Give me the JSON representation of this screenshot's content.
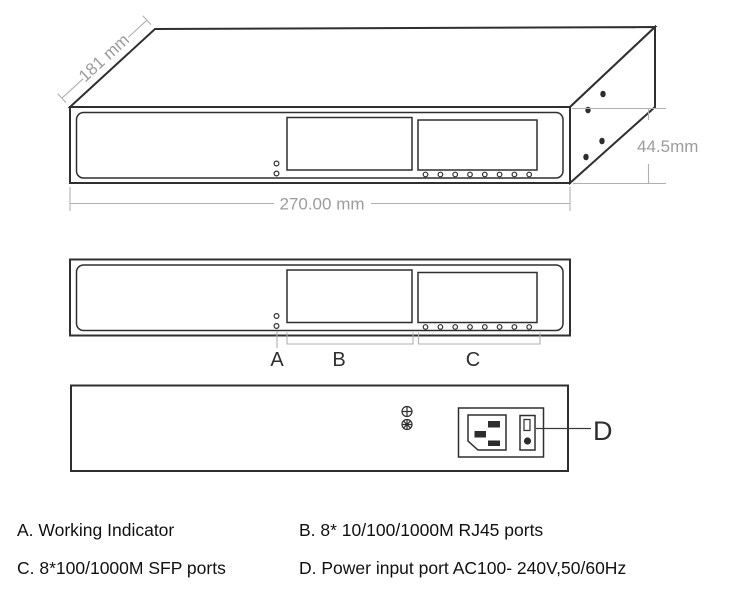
{
  "drawing": {
    "dims": {
      "depth": "181 mm",
      "width": "270.00 mm",
      "height": "44.5mm"
    },
    "callouts": {
      "a": "A",
      "b": "B",
      "c": "C",
      "d": "D"
    },
    "legend": {
      "a": "A. Working Indicator",
      "b": "B. 8* 10/100/1000M RJ45 ports",
      "c": "C. 8*100/1000M SFP ports",
      "d": "D. Power input port AC100- 240V,50/60Hz"
    },
    "colors": {
      "outline": "#2f2f2f",
      "dimension_line": "#b0b0b0",
      "dimension_text": "#9c9c9c",
      "callout_text": "#2e2e2e",
      "legend_text": "#111111",
      "background": "#ffffff"
    }
  }
}
